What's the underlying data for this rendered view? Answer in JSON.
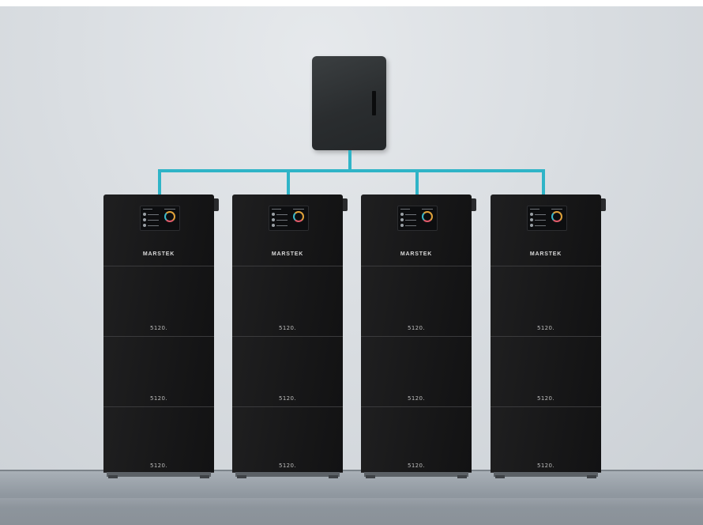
{
  "scene": {
    "brand": "MARSTEK",
    "towers": [
      {
        "brand": "MARSTEK",
        "modules": [
          "5120.",
          "5120.",
          "5120."
        ]
      },
      {
        "brand": "MARSTEK",
        "modules": [
          "5120.",
          "5120.",
          "5120."
        ]
      },
      {
        "brand": "MARSTEK",
        "modules": [
          "5120.",
          "5120.",
          "5120."
        ]
      },
      {
        "brand": "MARSTEK",
        "modules": [
          "5120.",
          "5120.",
          "5120."
        ]
      }
    ]
  },
  "colors": {
    "cable": "#2fb4c7",
    "battery": "#171718",
    "hub": "#2e3133",
    "wall": "#dadee2",
    "floor": "#8f979f"
  }
}
